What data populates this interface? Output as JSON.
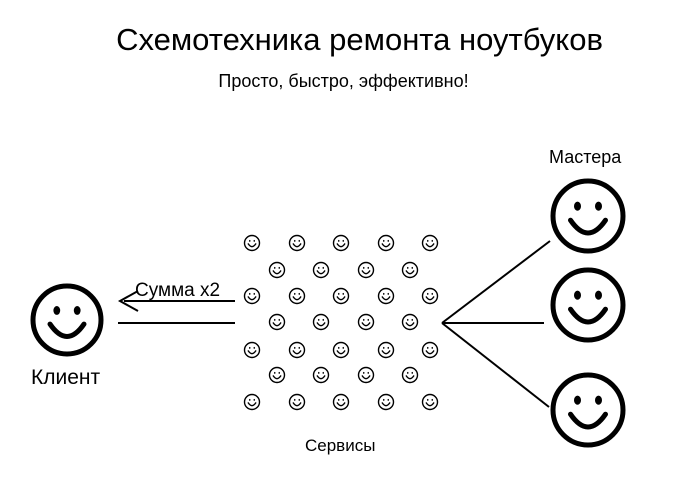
{
  "title": "Схемотехника ремонта ноутбуков",
  "subtitle": "Просто, быстро, эффективно!",
  "labels": {
    "masters": "Мастера",
    "client": "Клиент",
    "services": "Сервисы",
    "sum": "Сумма x2"
  },
  "icons": {
    "client": "smiley-icon",
    "master": "smiley-icon",
    "service": "smiley-icon"
  }
}
